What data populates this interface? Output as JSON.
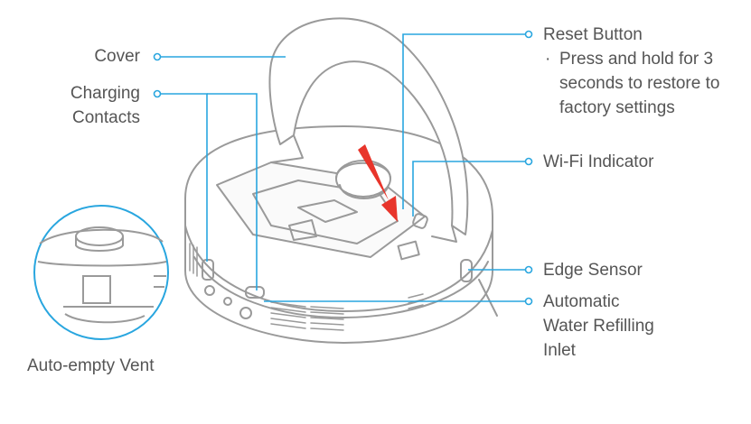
{
  "labels": {
    "cover": "Cover",
    "charging_line1": "Charging",
    "charging_line2": "Contacts",
    "auto_empty": "Auto-empty Vent",
    "reset": "Reset Button",
    "reset_note_bullet": "·",
    "reset_note_1": "Press and hold for 3",
    "reset_note_2": "seconds to restore to",
    "reset_note_3": "factory settings",
    "wifi": "Wi-Fi Indicator",
    "edge": "Edge Sensor",
    "water_1": "Automatic",
    "water_2": "Water Refilling",
    "water_3": "Inlet"
  },
  "colors": {
    "callout": "#29a6df",
    "outline": "#9a9a9a",
    "arrow": "#e8352b",
    "text": "#555555"
  }
}
